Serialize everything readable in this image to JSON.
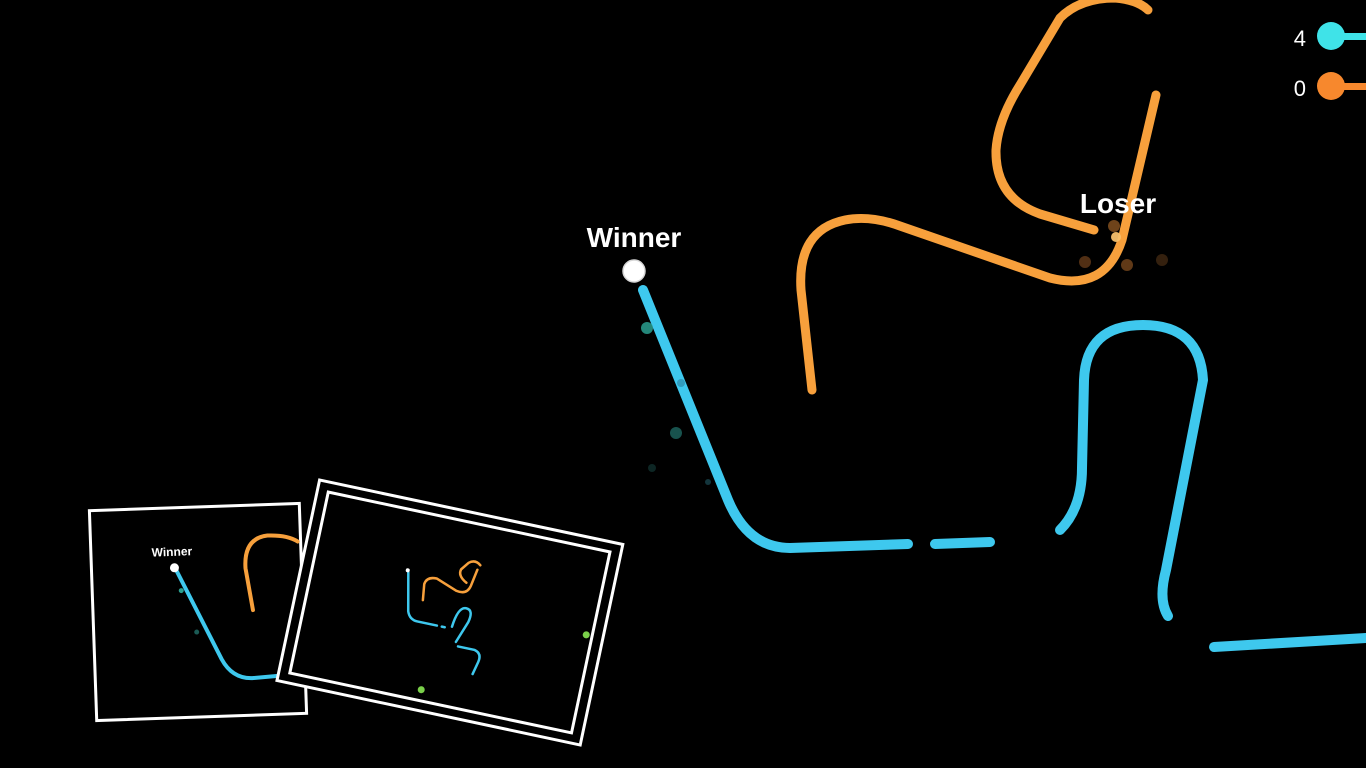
{
  "colors": {
    "background": "#000000",
    "player_blue": "#3ec8ee",
    "player_orange": "#f7a03c",
    "scoreboard_blue": "#3fe3e8",
    "scoreboard_orange": "#f7882d",
    "label": "#ffffff"
  },
  "scoreboard": {
    "players": [
      {
        "score": "4",
        "color_key": "scoreboard_blue"
      },
      {
        "score": "0",
        "color_key": "scoreboard_orange"
      }
    ]
  },
  "labels": {
    "winner": "Winner",
    "loser": "Loser",
    "replay_winner": "Winner"
  }
}
